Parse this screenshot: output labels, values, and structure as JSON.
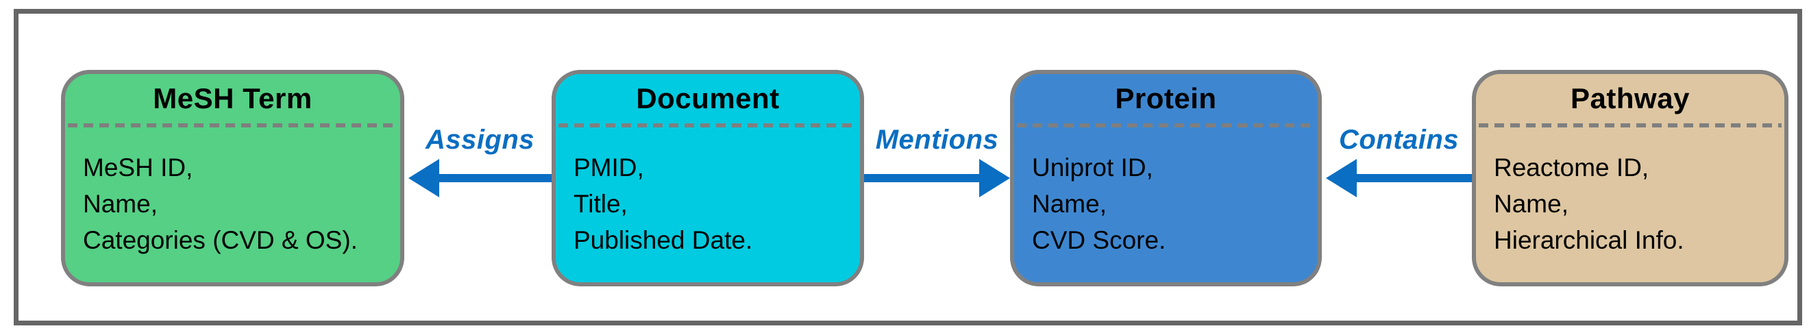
{
  "diagram": {
    "entities": [
      {
        "id": "mesh-term",
        "title": "MeSH Term",
        "attributes": [
          "MeSH ID,",
          "Name,",
          "Categories (CVD & OS)."
        ],
        "fill": "#55D085"
      },
      {
        "id": "document",
        "title": "Document",
        "attributes": [
          "PMID,",
          "Title,",
          "Published Date."
        ],
        "fill": "#00CBE0"
      },
      {
        "id": "protein",
        "title": "Protein",
        "attributes": [
          "Uniprot ID,",
          "Name,",
          "CVD Score."
        ],
        "fill": "#3E87D0"
      },
      {
        "id": "pathway",
        "title": "Pathway",
        "attributes": [
          "Reactome ID,",
          "Name,",
          "Hierarchical Info."
        ],
        "fill": "#DDC6A1"
      }
    ],
    "relations": [
      {
        "label": "Assigns",
        "direction": "left"
      },
      {
        "label": "Mentions",
        "direction": "right"
      },
      {
        "label": "Contains",
        "direction": "left"
      }
    ],
    "colors": {
      "arrow": "#0A6EC2",
      "box_border": "#808080",
      "divider": "#7F7F7F",
      "frame_border": "#666666",
      "text": "#000000",
      "background": "#FFFFFF"
    }
  }
}
